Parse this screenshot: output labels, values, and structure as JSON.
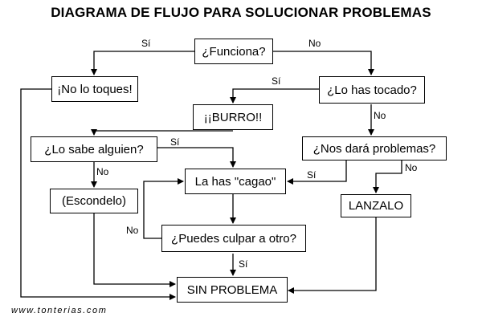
{
  "title": "DIAGRAMA DE FLUJO PARA SOLUCIONAR PROBLEMAS",
  "nodes": {
    "funciona": "¿Funciona?",
    "no_toques": "¡No lo toques!",
    "tocado": "¿Lo has tocado?",
    "burro": "¡¡BURRO!!",
    "sabe": "¿Lo sabe alguien?",
    "problemas": "¿Nos dará problemas?",
    "cagao": "La has \"cagao\"",
    "escondelo": "(Escondelo)",
    "lanzalo": "LANZALO",
    "culpar": "¿Puedes culpar a otro?",
    "sin_problema": "SIN PROBLEMA"
  },
  "edge_labels": {
    "funciona_si": "Sí",
    "funciona_no": "No",
    "tocado_si": "Sí",
    "tocado_no": "No",
    "sabe_si": "Sí",
    "sabe_no": "No",
    "problemas_si": "Sí",
    "problemas_no": "No",
    "culpar_no": "No",
    "culpar_si": "Sí"
  },
  "footer": "www.tonterias.com"
}
